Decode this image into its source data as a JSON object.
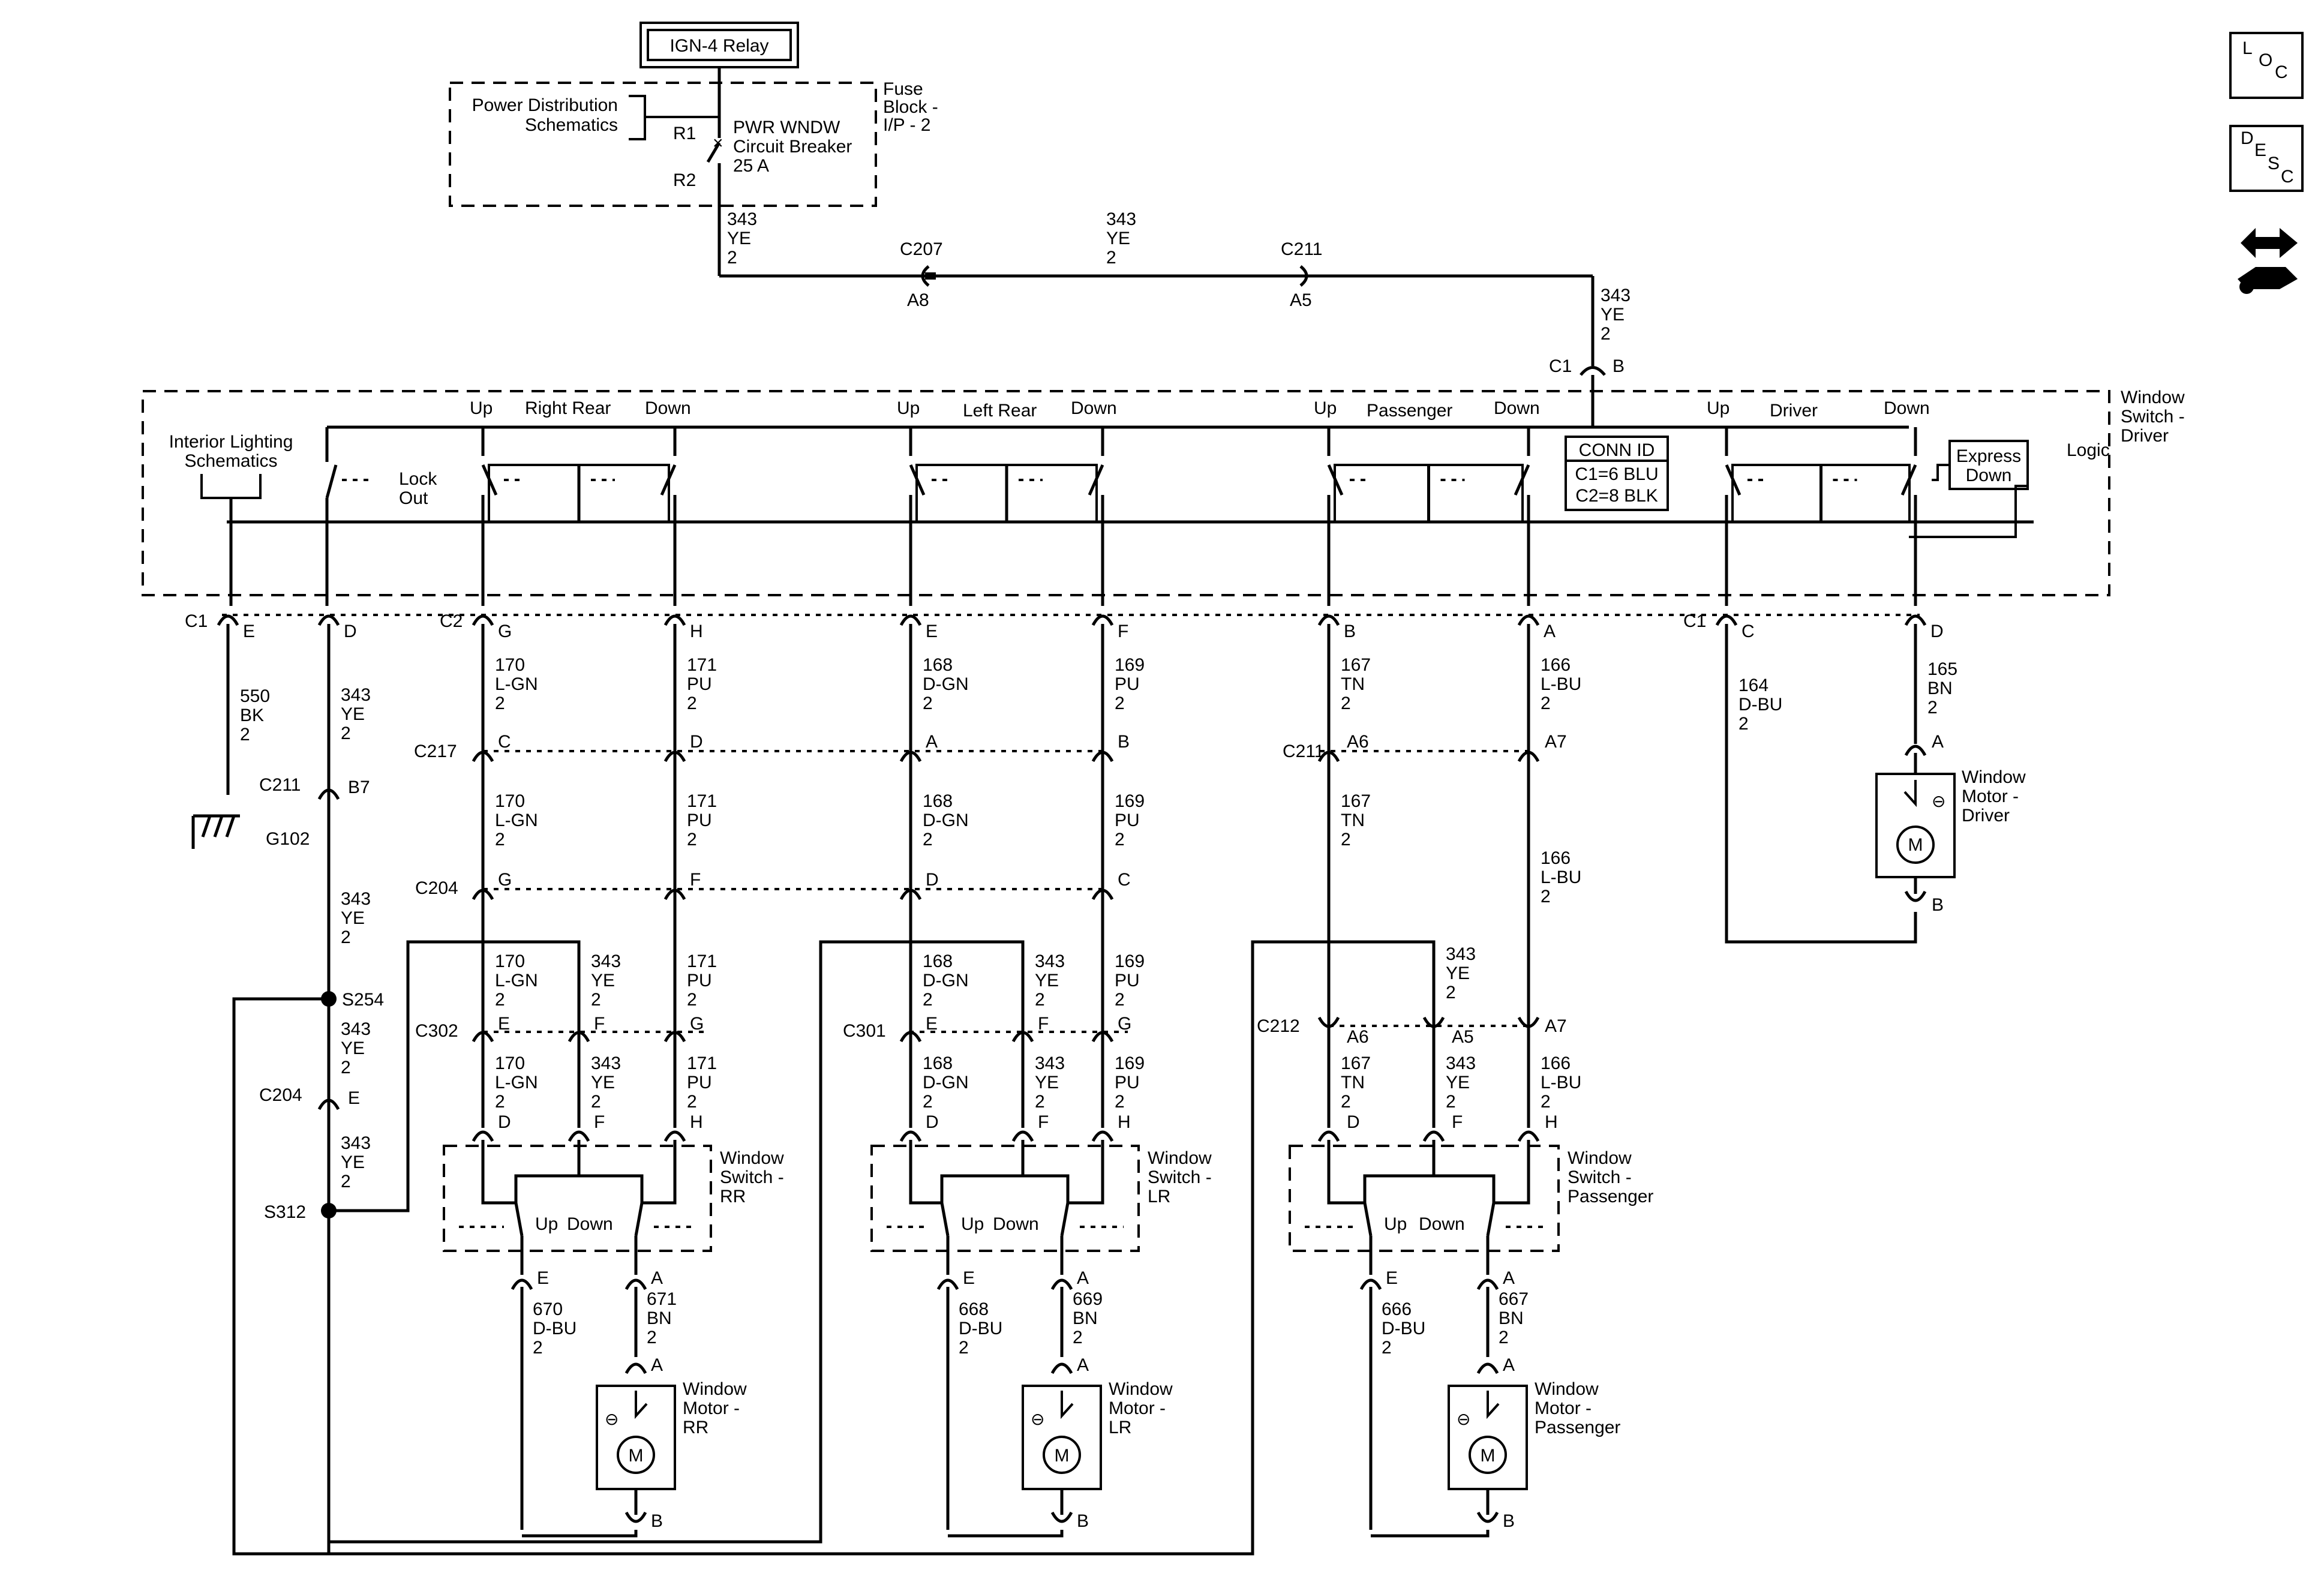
{
  "title": "IGN-4 Relay",
  "fuse_block": {
    "name_lines": [
      "Fuse",
      "Block -",
      "I/P - 2"
    ],
    "breaker_lines": [
      "PWR WNDW",
      "Circuit Breaker",
      "25 A"
    ],
    "pins": [
      "R1",
      "R2"
    ],
    "pds_lines": [
      "Power Distribution",
      "Schematics"
    ]
  },
  "main_feed": {
    "wire": [
      "343",
      "YE",
      "2"
    ],
    "connectors": [
      {
        "id": "C207",
        "pin": "A8"
      },
      {
        "id": "C211",
        "pin": "A5"
      }
    ]
  },
  "driver_switch": {
    "name_lines": [
      "Window",
      "Switch -",
      "Driver"
    ],
    "feed_connector": {
      "id": "C1",
      "pin": "B"
    },
    "groups": [
      {
        "name": "Right Rear",
        "up": "Up",
        "down": "Down"
      },
      {
        "name": "Left Rear",
        "up": "Up",
        "down": "Down"
      },
      {
        "name": "Passenger",
        "up": "Up",
        "down": "Down"
      },
      {
        "name": "Driver",
        "up": "Up",
        "down": "Down"
      }
    ],
    "lock_out": [
      "Lock",
      "Out"
    ],
    "interior_lighting": [
      "Interior Lighting",
      "Schematics"
    ],
    "conn_id": [
      "CONN ID",
      "C1=6 BLU",
      "C2=8 BLK"
    ],
    "express": [
      "Express",
      "Down"
    ],
    "logic": "Logic",
    "bottom_pins": [
      {
        "conn": "C1",
        "pin": "E"
      },
      {
        "conn": "",
        "pin": "D"
      },
      {
        "conn": "C2",
        "pin": "G"
      },
      {
        "conn": "",
        "pin": "H"
      },
      {
        "conn": "",
        "pin": "E"
      },
      {
        "conn": "",
        "pin": "F"
      },
      {
        "conn": "",
        "pin": "B"
      },
      {
        "conn": "",
        "pin": "A"
      },
      {
        "conn": "C1",
        "pin": "C"
      },
      {
        "conn": "",
        "pin": "D"
      }
    ]
  },
  "ground": {
    "wire": [
      "550",
      "BK",
      "2"
    ],
    "id": "G102"
  },
  "splices": [
    "S254",
    "S312"
  ],
  "inline_connectors": [
    "C211",
    "C217",
    "C204",
    "C302",
    "C301",
    "C212"
  ],
  "wires": {
    "w343": [
      "343",
      "YE",
      "2"
    ],
    "w170": [
      "170",
      "L-GN",
      "2"
    ],
    "w171": [
      "171",
      "PU",
      "2"
    ],
    "w168": [
      "168",
      "D-GN",
      "2"
    ],
    "w169": [
      "169",
      "PU",
      "2"
    ],
    "w167": [
      "167",
      "TN",
      "2"
    ],
    "w166": [
      "166",
      "L-BU",
      "2"
    ],
    "w164": [
      "164",
      "D-BU",
      "2"
    ],
    "w165": [
      "165",
      "BN",
      "2"
    ],
    "w670": [
      "670",
      "D-BU",
      "2"
    ],
    "w671": [
      "671",
      "BN",
      "2"
    ],
    "w668": [
      "668",
      "D-BU",
      "2"
    ],
    "w669": [
      "669",
      "BN",
      "2"
    ],
    "w666": [
      "666",
      "D-BU",
      "2"
    ],
    "w667": [
      "667",
      "BN",
      "2"
    ]
  },
  "pin_letters": [
    "A",
    "B",
    "C",
    "D",
    "E",
    "F",
    "G",
    "H",
    "A5",
    "A6",
    "A7",
    "B7"
  ],
  "door_switches": [
    {
      "name_lines": [
        "Window",
        "Switch -",
        "RR"
      ],
      "up": "Up",
      "down": "Down"
    },
    {
      "name_lines": [
        "Window",
        "Switch -",
        "LR"
      ],
      "up": "Up",
      "down": "Down"
    },
    {
      "name_lines": [
        "Window",
        "Switch -",
        "Passenger"
      ],
      "up": "Up",
      "down": "Down"
    }
  ],
  "motors": [
    {
      "name_lines": [
        "Window",
        "Motor -",
        "RR"
      ],
      "symbol": "M"
    },
    {
      "name_lines": [
        "Window",
        "Motor -",
        "LR"
      ],
      "symbol": "M"
    },
    {
      "name_lines": [
        "Window",
        "Motor -",
        "Passenger"
      ],
      "symbol": "M"
    },
    {
      "name_lines": [
        "Window",
        "Motor -",
        "Driver"
      ],
      "symbol": "M"
    }
  ],
  "side_icons": {
    "loc": [
      "L",
      "O",
      "C"
    ],
    "desc": [
      "D",
      "E",
      "S",
      "C"
    ],
    "nav_icon": "arrows-icon"
  }
}
